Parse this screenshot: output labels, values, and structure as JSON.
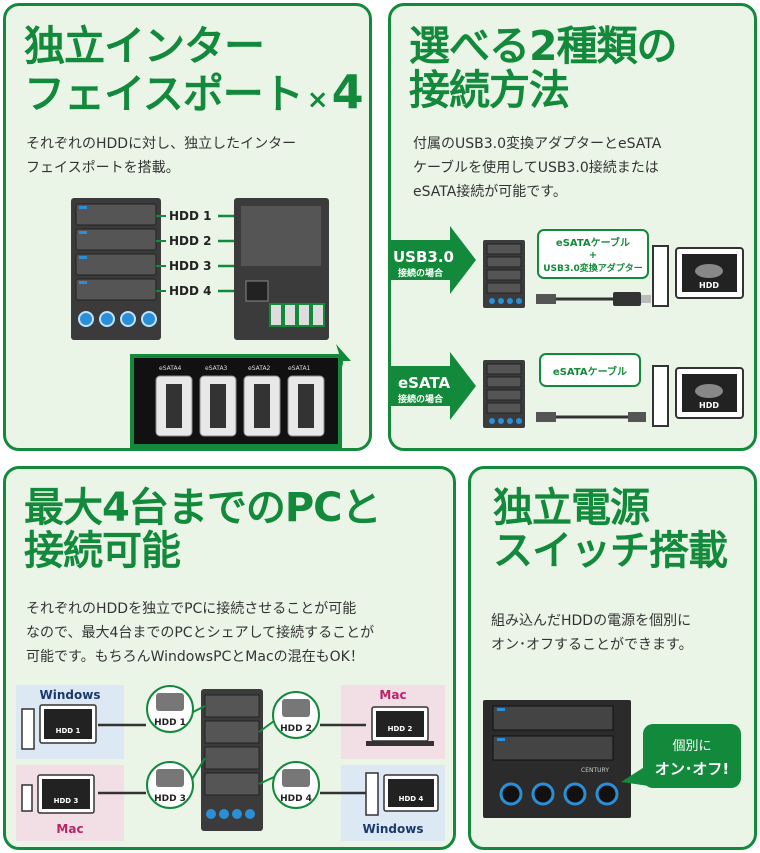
{
  "panel1": {
    "title_line1": "独立インター",
    "title_line2": "フェイスポート",
    "title_times": "×",
    "title_num": "4",
    "desc_line1": "それぞれのHDDに対し、独立したインター",
    "desc_line2": "フェイスポートを搭載。",
    "hdd_labels": [
      "HDD 1",
      "HDD 2",
      "HDD 3",
      "HDD 4"
    ],
    "esata_ports": [
      "eSATA4",
      "eSATA3",
      "eSATA2",
      "eSATA1"
    ]
  },
  "panel2": {
    "title_line1": "選べる2種類の",
    "title_line2": "接続方法",
    "desc_line1": "付属のUSB3.0変換アダプターとeSATA",
    "desc_line2": "ケーブルを使用してUSB3.0接続または",
    "desc_line3": "eSATA接続が可能です。",
    "usb_arrow_main": "USB3.0",
    "usb_arrow_sub": "接続の場合",
    "usb_bubble_l1": "eSATAケーブル",
    "usb_bubble_l2": "+",
    "usb_bubble_l3": "USB3.0変換アダプター",
    "esata_arrow_main": "eSATA",
    "esata_arrow_sub": "接続の場合",
    "esata_bubble": "eSATAケーブル",
    "monitor_label": "HDD"
  },
  "panel3": {
    "title_line1": "最大4台までのPCと",
    "title_line2": "接続可能",
    "desc_line1": "それぞれのHDDを独立でPCに接続させることが可能",
    "desc_line2": "なので、最大4台までのPCとシェアして接続することが",
    "desc_line3": "可能です。もちろんWindowsPCとMacの混在もOK！",
    "win_label": "Windows",
    "mac_label": "Mac",
    "hdd1": "HDD 1",
    "hdd2": "HDD 2",
    "hdd3": "HDD 3",
    "hdd4": "HDD 4"
  },
  "panel4": {
    "title_line1": "独立電源",
    "title_line2": "スイッチ搭載",
    "desc_line1": "組み込んだHDDの電源を個別に",
    "desc_line2": "オン･オフすることができます。",
    "bubble_line1": "個別に",
    "bubble_line2": "オン･オフ!",
    "brand": "CENTURY"
  },
  "colors": {
    "green": "#138a3b",
    "panel_bg": "#eaf5e8",
    "win_box": "#dce9f4",
    "mac_box": "#f2dfe6",
    "power_blue": "#2a8fd6"
  }
}
